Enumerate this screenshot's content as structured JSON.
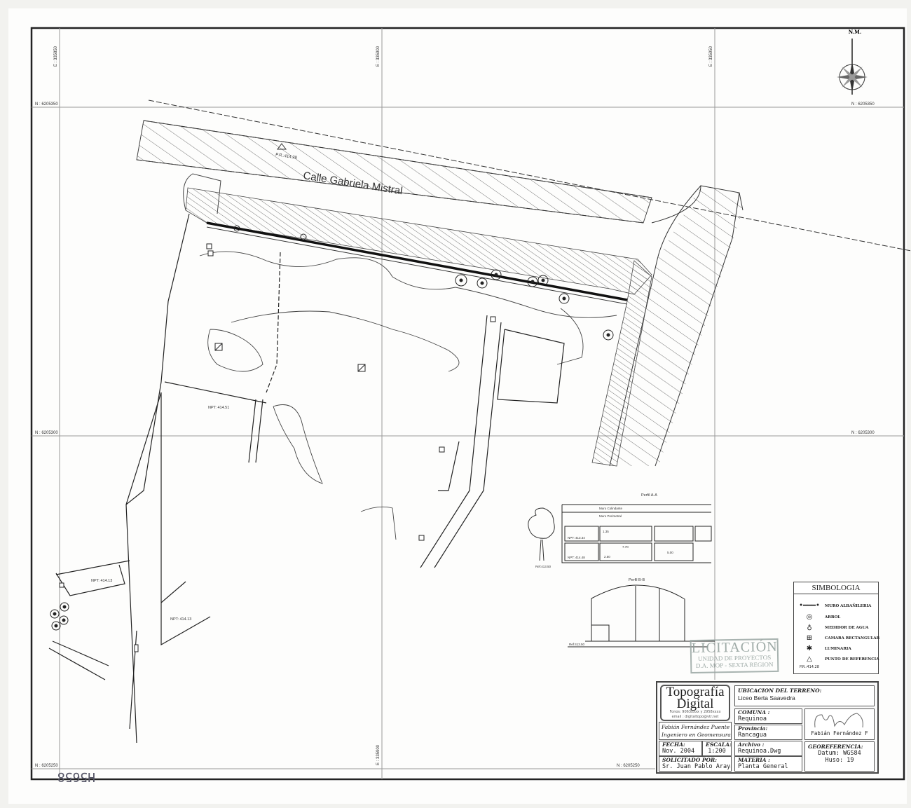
{
  "north": {
    "label": "N.M."
  },
  "grid": {
    "north_labels": [
      "N : 6205350",
      "N : 6205300",
      "N : 6205250"
    ],
    "east_labels": [
      "E : 335850",
      "E : 335900",
      "E : 335950"
    ]
  },
  "plan": {
    "street_name": "Calle Gabriela Mistral",
    "reference_point": "P.R.:414.28",
    "npt_labels": [
      "NPT: 414.13",
      "NPT: 414.13",
      "NPT: 414.51"
    ],
    "archive_mark": "H5658"
  },
  "profiles": {
    "a": {
      "title": "Perfil A-A",
      "labels": [
        "Muro Colindante",
        "Muro Perimetral",
        "NPT: 413.34",
        "NPT: 414.48",
        "Ref:413.50",
        "7.70",
        "5.00",
        "2.50",
        "1.35"
      ]
    },
    "b": {
      "title": "Perfil B-B",
      "ref": "Ref:413.50"
    }
  },
  "legend": {
    "title": "SIMBOLOGIA",
    "items": [
      {
        "icon": "wall-line-icon",
        "label": "MURO ALBAÑILERIA"
      },
      {
        "icon": "tree-icon",
        "label": "ARBOL"
      },
      {
        "icon": "water-meter-icon",
        "label": "MEDIDOR DE AGUA"
      },
      {
        "icon": "manhole-icon",
        "label": "CAMARA RECTANGULAR"
      },
      {
        "icon": "lamp-icon",
        "label": "LUMINARIA"
      },
      {
        "icon": "reference-point-icon",
        "label": "PUNTO DE REFERENCIA"
      }
    ],
    "ref_value": "P.R.:414.28"
  },
  "stamp": {
    "line1": "LICITACIÓN",
    "line2": "UNIDAD DE PROYECTOS",
    "line3": "D.A. MOP - SEXTA REGION"
  },
  "title_block": {
    "logo_line1": "Topografía",
    "logo_line2": "Digital",
    "logo_sub1": "Fonos: 9063xxxx y 2958xxxx",
    "logo_sub2": "email : digitaltopo@vtr.net",
    "author_line1": "Fabián Fernández Puente",
    "author_line2": "Ingeniero en Geomensura",
    "fecha_label": "FECHA:",
    "fecha": "Nov. 2004",
    "escala_label": "ESCALA:",
    "escala": "1:200",
    "solicitado_label": "SOLICITADO POR:",
    "solicitado": "Sr. Juan Pablo Araya",
    "ubicacion_label": "UBICACION DEL TERRENO:",
    "ubicacion": "Liceo Berta Saavedra",
    "comuna_label": "COMUNA :",
    "comuna": "Requinoa",
    "provincia_label": "Provincia:",
    "provincia": "Rancagua",
    "archivo_label": "Archivo :",
    "archivo": "Requinoa.Dwg",
    "materia_label": "MATERIA :",
    "materia": "Planta General",
    "firma_nombre": "Fabián Fernández F",
    "georef_label": "GEOREFERENCIA:",
    "datum": "Datum: WGS84",
    "huso": "Huso: 19"
  }
}
